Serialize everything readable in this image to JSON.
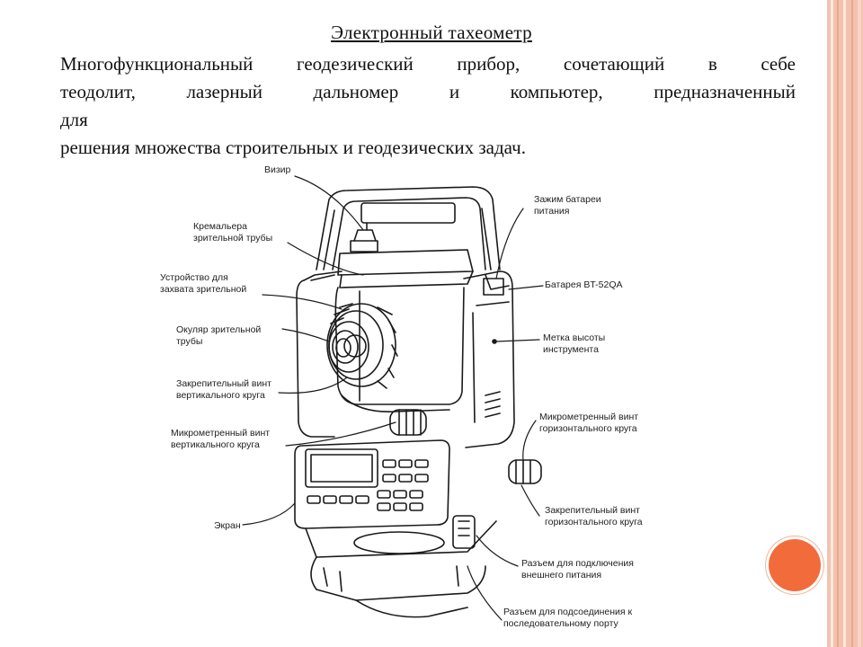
{
  "title": "Электронный тахеометр",
  "description": {
    "line1": "Многофункциональный геодезический прибор, сочетающий в себе",
    "line2": "теодолит, лазерный дальномер и компьютер, предназначенный",
    "line3": "для",
    "line4": "решения множества строительных и геодезических задач."
  },
  "labels": {
    "vizir": "Визир",
    "kremalera_1": "Кремальера",
    "kremalera_2": "зрительной трубы",
    "ustroystvo_1": "Устройство для",
    "ustroystvo_2": "захвата зрительной",
    "okulyar_1": "Окуляр зрительной",
    "okulyar_2": "трубы",
    "zakr_vert_1": "Закрепительный винт",
    "zakr_vert_2": "вертикального круга",
    "mikro_vert_1": "Микрометренный винт",
    "mikro_vert_2": "вертикального круга",
    "ekran": "Экран",
    "zazhim_1": "Зажим батареи",
    "zazhim_2": "питания",
    "batareya": "Батарея BT-52QA",
    "metka_1": "Метка высоты",
    "metka_2": "инструмента",
    "mikro_gor_1": "Микрометренный винт",
    "mikro_gor_2": "горизонтального круга",
    "zakr_gor_1": "Закрепительный винт",
    "zakr_gor_2": "горизонтального круга",
    "razem_pit_1": "Разъем для подключения",
    "razem_pit_2": "внешнего питания",
    "razem_port_1": "Разъем для подсоединения к",
    "razem_port_2": "последовательному порту"
  },
  "colors": {
    "accent": "#f26b3a",
    "stripe": "#f3c2ae"
  }
}
